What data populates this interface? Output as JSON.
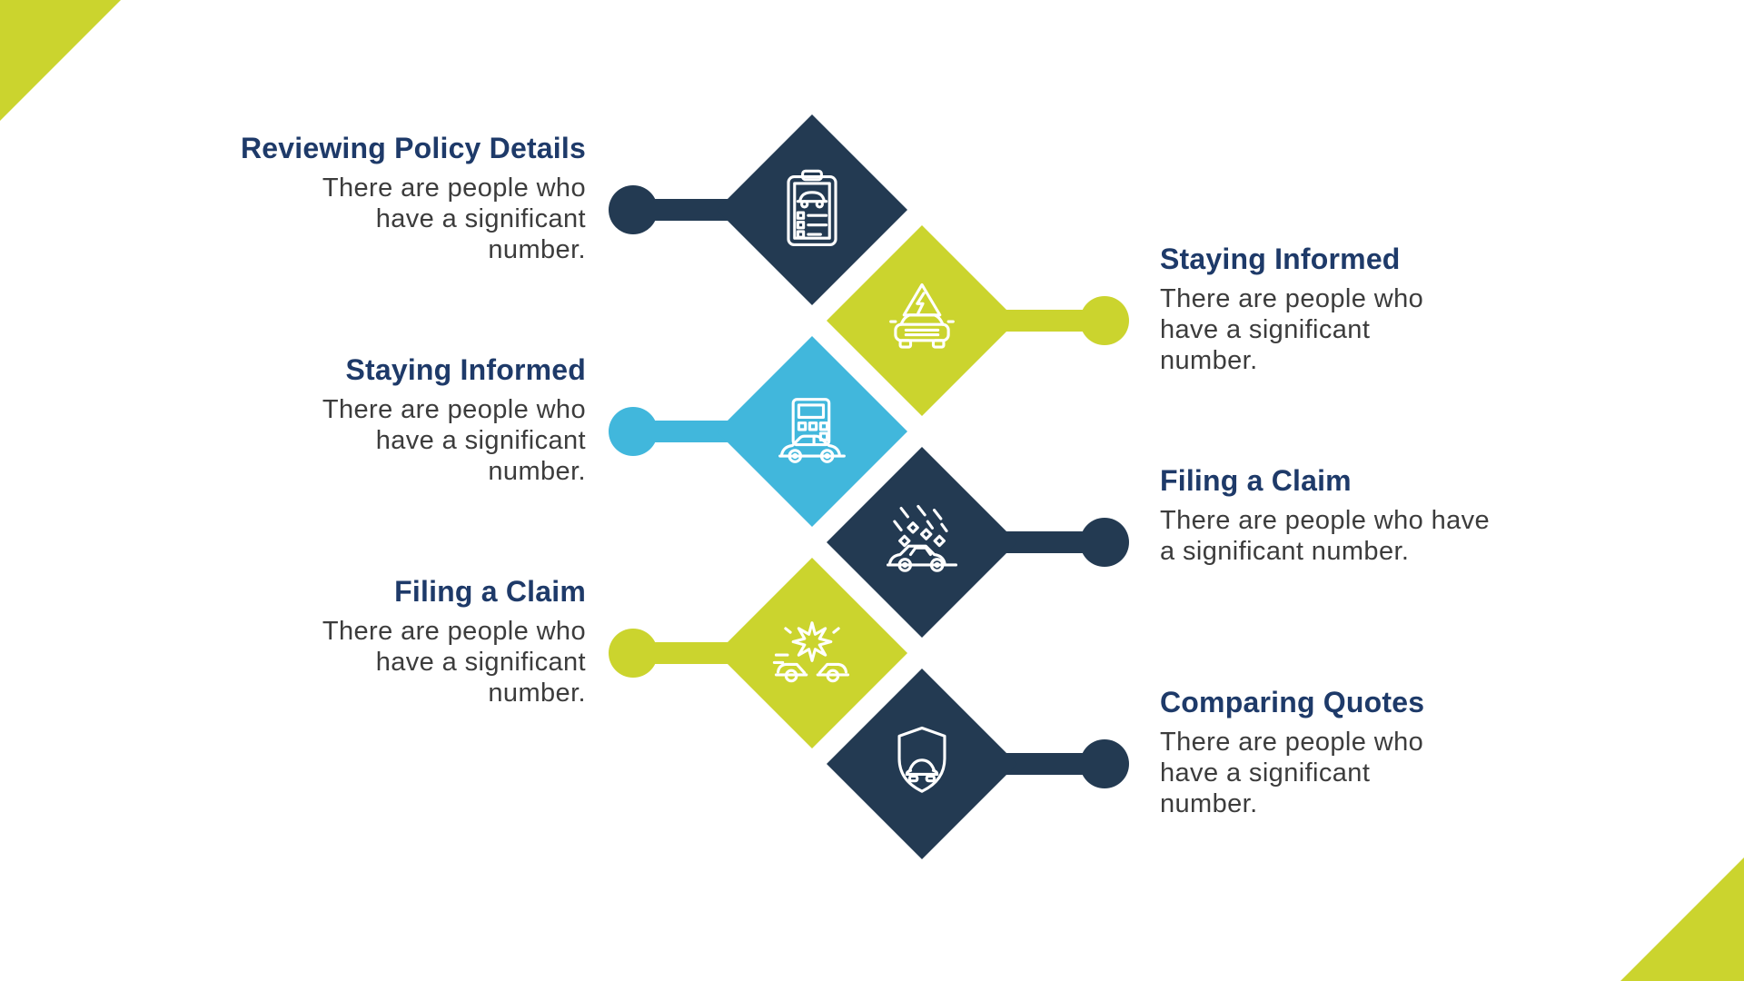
{
  "slide": {
    "kind": "car-insurance-infographic-slide",
    "background": "#ffffff",
    "colors": {
      "navy": "#233a52",
      "lime": "#cbd42e",
      "cyan": "#41b7dc",
      "title_navy": "#1e3a69",
      "body_gray": "#3c3c3c"
    },
    "corner_decorations": {
      "top_left": "lime-triangle",
      "bottom_right": "lime-triangle"
    }
  },
  "items": [
    {
      "title": "Reviewing Policy Details",
      "body": "There are people who\nhave a significant\nnumber.",
      "side": "left",
      "color": "#233a52",
      "icon": "clipboard-car-checklist-icon"
    },
    {
      "title": "Staying Informed",
      "body": "There are people who\nhave a significant\nnumber.",
      "side": "right",
      "color": "#cbd42e",
      "icon": "electric-car-warning-icon"
    },
    {
      "title": "Staying Informed",
      "body": "There are people who\nhave a significant\nnumber.",
      "side": "left",
      "color": "#41b7dc",
      "icon": "car-calculator-icon"
    },
    {
      "title": "Filing a Claim",
      "body": "There are people who have\na significant number.",
      "side": "right",
      "color": "#233a52",
      "icon": "car-hailstorm-icon"
    },
    {
      "title": "Filing a Claim",
      "body": "There are people who\nhave a significant\nnumber.",
      "side": "left",
      "color": "#cbd42e",
      "icon": "car-crash-icon"
    },
    {
      "title": "Comparing Quotes",
      "body": "There are people who\nhave a significant\nnumber.",
      "side": "right",
      "color": "#233a52",
      "icon": "car-shield-icon"
    }
  ]
}
